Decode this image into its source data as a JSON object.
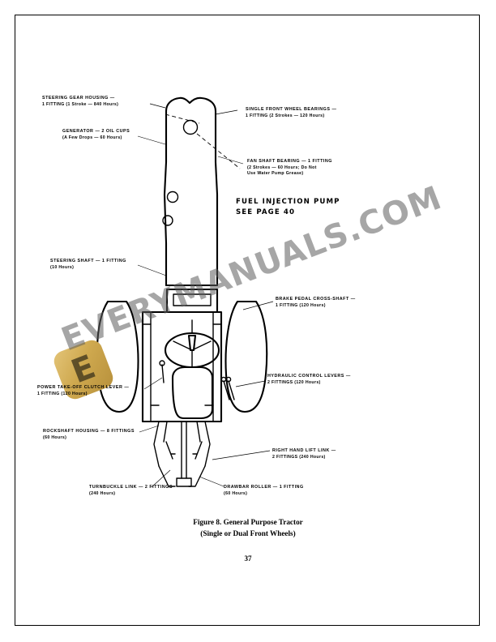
{
  "page": {
    "number": "37",
    "caption_line1": "Figure 8.  General Purpose Tractor",
    "caption_line2": "(Single or Dual Front Wheels)"
  },
  "watermark": {
    "text": "EVERYMANUALS.COM",
    "logo_letter": "E",
    "logo_color": "#cfa94f",
    "text_color": "#5c5c5c"
  },
  "fuel_note": {
    "line1": "FUEL  INJECTION  PUMP",
    "line2": "SEE PAGE 40"
  },
  "callouts": [
    {
      "id": "steering-gear-housing",
      "line1": "STEERING  GEAR  HOUSING —",
      "line2": "1 FITTING (1 Stroke — 840 Hours)",
      "line3": ""
    },
    {
      "id": "generator",
      "line1": "GENERATOR — 2  OIL  CUPS",
      "line2": "(A Few Drops — 60 Hours)",
      "line3": ""
    },
    {
      "id": "steering-shaft",
      "line1": "STEERING  SHAFT — 1 FITTING",
      "line2": "(10 Hours)",
      "line3": ""
    },
    {
      "id": "power-take-off-clutch-lever",
      "line1": "POWER  TAKE-OFF  CLUTCH  LEVER —",
      "line2": "1  FITTING  (120 Hours)",
      "line3": ""
    },
    {
      "id": "rockshaft-housing",
      "line1": "ROCKSHAFT  HOUSING — 8 FITTINGS",
      "line2": "(60 Hours)",
      "line3": ""
    },
    {
      "id": "turnbuckle-link",
      "line1": "TURNBUCKLE  LINK — 2  FITTINGS",
      "line2": "(240 Hours)",
      "line3": ""
    },
    {
      "id": "drawbar-roller",
      "line1": "DRAWBAR  ROLLER — 1  FITTING",
      "line2": "(60 Hours)",
      "line3": ""
    },
    {
      "id": "single-front-wheel-bearings",
      "line1": "SINGLE  FRONT  WHEEL  BEARINGS —",
      "line2": "1 FITTING (2 Strokes — 120 Hours)",
      "line3": ""
    },
    {
      "id": "fan-shaft-bearing",
      "line1": "FAN  SHAFT  BEARING — 1  FITTING",
      "line2": "(2 Strokes — 60 Hours; Do Not",
      "line3": "Use Water Pump Grease)"
    },
    {
      "id": "brake-pedal-cross-shaft",
      "line1": "BRAKE  PEDAL  CROSS-SHAFT —",
      "line2": "1 FITTING  (120 Hours)",
      "line3": ""
    },
    {
      "id": "hydraulic-control-levers",
      "line1": "HYDRAULIC  CONTROL  LEVERS —",
      "line2": "2 FITTINGS (120 Hours)",
      "line3": ""
    },
    {
      "id": "right-hand-lift-link",
      "line1": "RIGHT  HAND  LIFT  LINK —",
      "line2": "2 FITTINGS (240 Hours)",
      "line3": ""
    }
  ]
}
